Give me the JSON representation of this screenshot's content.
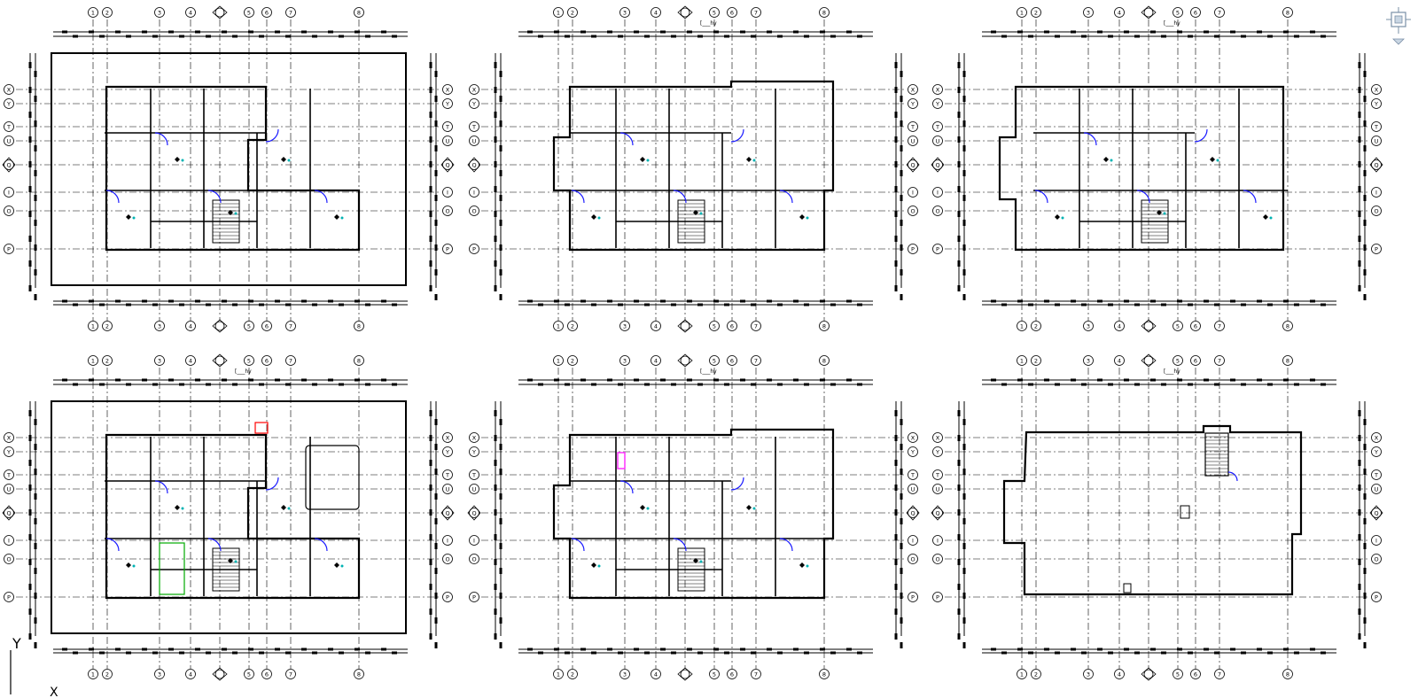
{
  "viewport": {
    "background": "#ffffff",
    "line_color": "#000000",
    "accent_colors": {
      "door_swing": "#1a1aff",
      "marker": "#00b3b3",
      "highlight_red": "#ff0000",
      "highlight_magenta": "#ff33ff",
      "green": "#00aa00"
    }
  },
  "ucs": {
    "y_label": "Y",
    "x_label": "X"
  },
  "view_cube": {
    "icon": "viewcube-icon"
  },
  "grid_labels": {
    "columns": [
      "1",
      "2",
      "3",
      "4",
      "5",
      "6",
      "7",
      "8"
    ],
    "rows": [
      "X",
      "Y",
      "T",
      "U",
      "Q",
      "I",
      "O",
      "P"
    ]
  },
  "plans": [
    {
      "id": "plan-1",
      "section_label": ""
    },
    {
      "id": "plan-2",
      "section_label": "[___hy"
    },
    {
      "id": "plan-3",
      "section_label": "[___hy"
    },
    {
      "id": "plan-4",
      "section_label": "[___hy"
    },
    {
      "id": "plan-5",
      "section_label": "[___hy"
    },
    {
      "id": "plan-6",
      "section_label": "[___hy"
    }
  ]
}
